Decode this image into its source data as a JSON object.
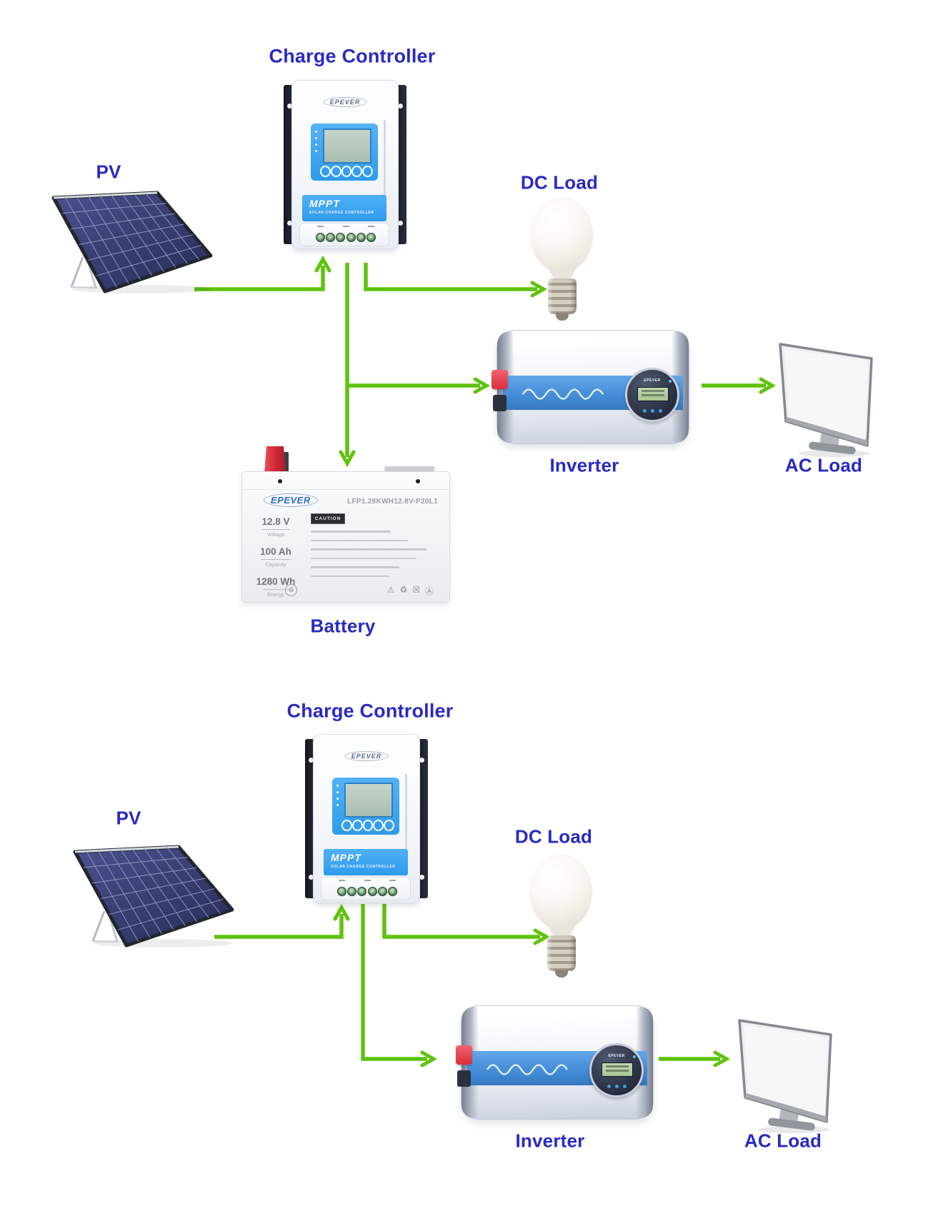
{
  "colors": {
    "label_blue": "#2a2ac2",
    "arrow_green": "#5ec30c",
    "controller_blue": "#3fa6f2",
    "inverter_band_blue": "#4792dc",
    "battery_terminal_red": "#cf2733",
    "background": "#ffffff"
  },
  "top": {
    "charge_controller": "Charge Controller",
    "pv": "PV",
    "dc_load": "DC Load",
    "inverter": "Inverter",
    "ac_load": "AC Load",
    "battery": "Battery"
  },
  "bottom": {
    "charge_controller": "Charge Controller",
    "pv": "PV",
    "dc_load": "DC Load",
    "inverter": "Inverter",
    "ac_load": "AC Load"
  },
  "devices": {
    "charge_controller": {
      "brand": "EPEVER",
      "panel_label": "MPPT",
      "panel_sublabel": "SOLAR CHARGE CONTROLLER"
    },
    "inverter": {
      "brand": "EPEVER"
    },
    "battery": {
      "brand": "EPEVER",
      "model": "LFP1.28KWH12.8V-P20L1",
      "caution": "CAUTION",
      "specs": [
        {
          "value": "12.8 V",
          "label": "Voltage"
        },
        {
          "value": "100 Ah",
          "label": "Capacity"
        },
        {
          "value": "1280 Wh",
          "label": "Energy"
        }
      ]
    }
  }
}
